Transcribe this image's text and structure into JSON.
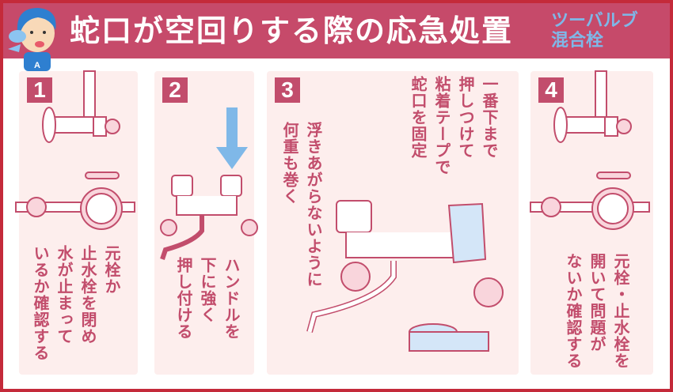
{
  "header": {
    "title": "蛇口が空回りする際の応急処置",
    "subtitle_line1": "ツーバルブ",
    "subtitle_line2": "混合栓",
    "avatar_badge": "A"
  },
  "colors": {
    "frame": "#c42a3a",
    "header_bg": "#c64a6a",
    "title_text": "#ffffff",
    "subtitle_text": "#7fb8e8",
    "panel_bg": "#fdeeed",
    "accent": "#c24d6c",
    "arrow": "#7fb8e8"
  },
  "steps": [
    {
      "number": "1",
      "lines": [
        "元栓か",
        "止水栓を閉め",
        "水が止まって",
        "いるか確認する"
      ]
    },
    {
      "number": "2",
      "lines": [
        "ハンドルを",
        "下に強く",
        "押し付ける"
      ]
    },
    {
      "number": "3",
      "note_top": [
        "一番下まで",
        "押しつけて",
        "粘着テープで",
        "蛇口を固定"
      ],
      "note_side": [
        "浮きあがらないように",
        "何重も巻く"
      ]
    },
    {
      "number": "4",
      "lines": [
        "元栓・止水栓を",
        "開いて問題が",
        "ないか確認する"
      ]
    }
  ]
}
